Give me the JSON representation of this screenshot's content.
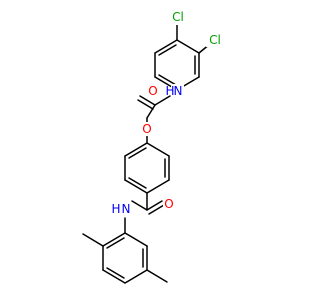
{
  "molecule": {
    "atoms": {
      "cl1": {
        "symbol": "Cl",
        "color": "#00a000"
      },
      "cl2": {
        "symbol": "Cl",
        "color": "#00a000"
      },
      "n1": {
        "symbol": "N",
        "color": "#0000ff"
      },
      "h1": {
        "symbol": "H",
        "color": "#0000ff"
      },
      "o1": {
        "symbol": "O",
        "color": "#ff0000"
      },
      "o2": {
        "symbol": "O",
        "color": "#ff0000"
      },
      "o3": {
        "symbol": "O",
        "color": "#ff0000"
      },
      "n2": {
        "symbol": "N",
        "color": "#0000ff"
      },
      "h2": {
        "symbol": "H",
        "color": "#0000ff"
      }
    }
  }
}
